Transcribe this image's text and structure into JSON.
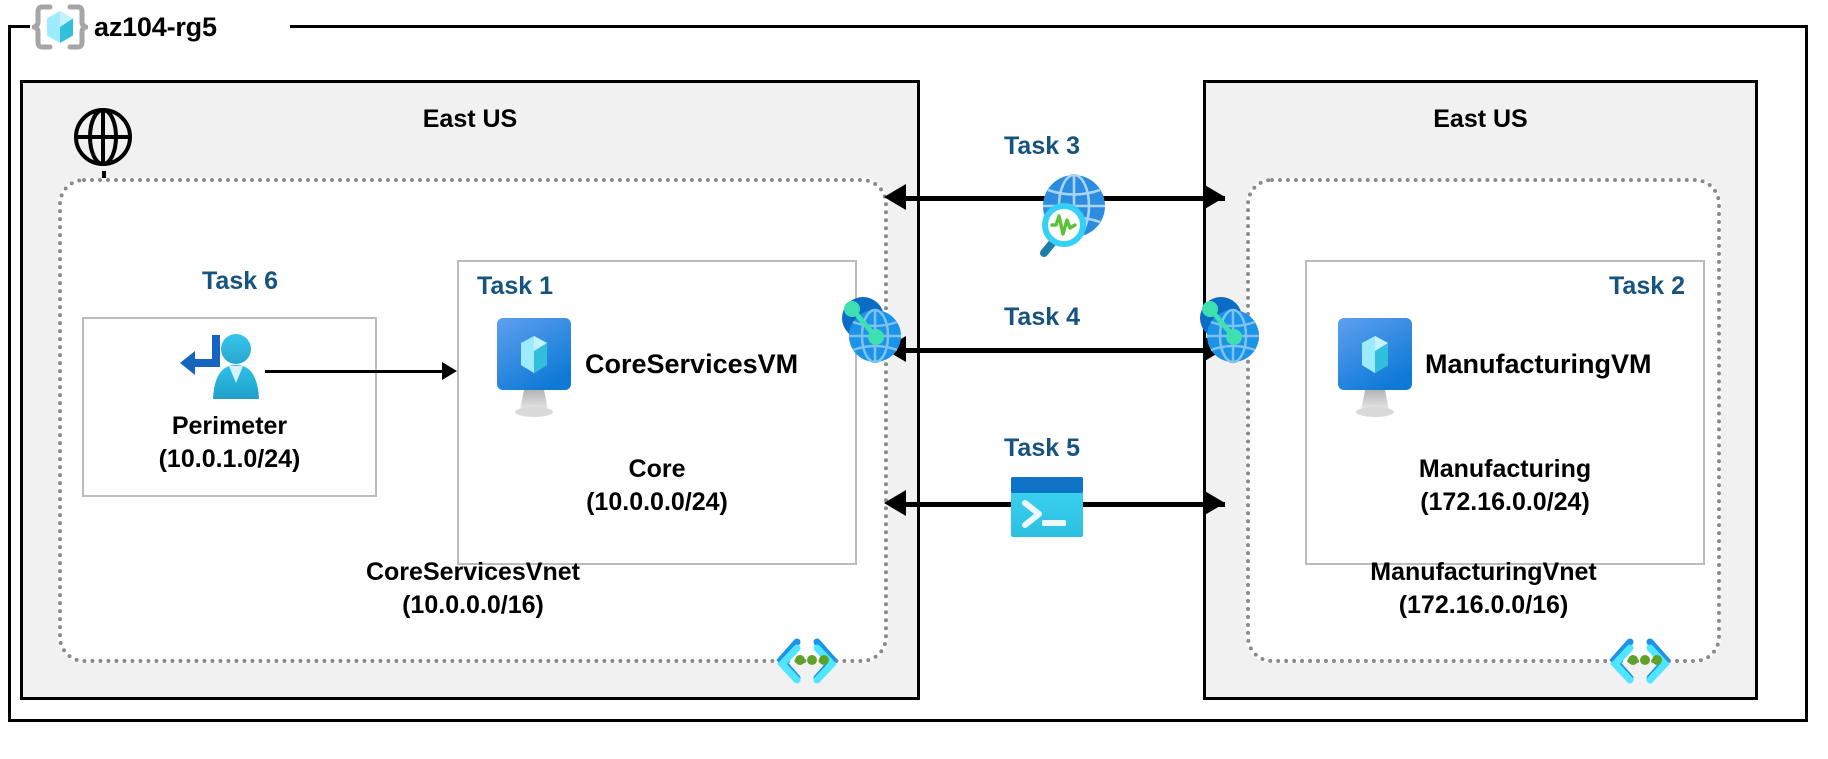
{
  "resource_group": {
    "name": "az104-rg5",
    "icon": "azure-resource-group-icon"
  },
  "regions": [
    {
      "id": "left",
      "title": "East US"
    },
    {
      "id": "right",
      "title": "East US"
    }
  ],
  "left_region": {
    "internet_icon": "globe-icon",
    "vnet": {
      "name": "CoreServicesVnet",
      "cidr": "(10.0.0.0/16)",
      "code_icon": "code-brackets-icon",
      "peering_icon": "vnet-peering-icon"
    },
    "subnets": [
      {
        "id": "perimeter",
        "task": "Task 6",
        "icon": "azure-bastion-icon",
        "name": "Perimeter",
        "cidr": "(10.0.1.0/24)"
      },
      {
        "id": "core",
        "task": "Task 1",
        "icon": "virtual-machine-icon",
        "vm_name": "CoreServicesVM",
        "name": "Core",
        "cidr": "(10.0.0.0/24)"
      }
    ]
  },
  "right_region": {
    "vnet": {
      "name": "ManufacturingVnet",
      "cidr": "(172.16.0.0/16)",
      "code_icon": "code-brackets-icon",
      "peering_icon": "vnet-peering-icon"
    },
    "subnets": [
      {
        "id": "manufacturing",
        "task": "Task 2",
        "icon": "virtual-machine-icon",
        "vm_name": "ManufacturingVM",
        "name": "Manufacturing",
        "cidr": "(172.16.0.0/24)"
      }
    ]
  },
  "center_connections": [
    {
      "id": "task3",
      "label": "Task 3",
      "icon": "network-watcher-icon",
      "direction": "bidirectional"
    },
    {
      "id": "task4",
      "label": "Task 4",
      "icon": "none",
      "direction": "bidirectional"
    },
    {
      "id": "task5",
      "label": "Task 5",
      "icon": "cloud-shell-icon",
      "direction": "bidirectional"
    }
  ],
  "colors": {
    "task_label": "#17537f",
    "region_fill": "#f1f1f1",
    "vnet_border": "#8a8a8a",
    "subnet_border": "#bcbcbc",
    "azure_blue": "#0078d4",
    "azure_cyan": "#32d4f5",
    "code_green": "#5ea226"
  }
}
